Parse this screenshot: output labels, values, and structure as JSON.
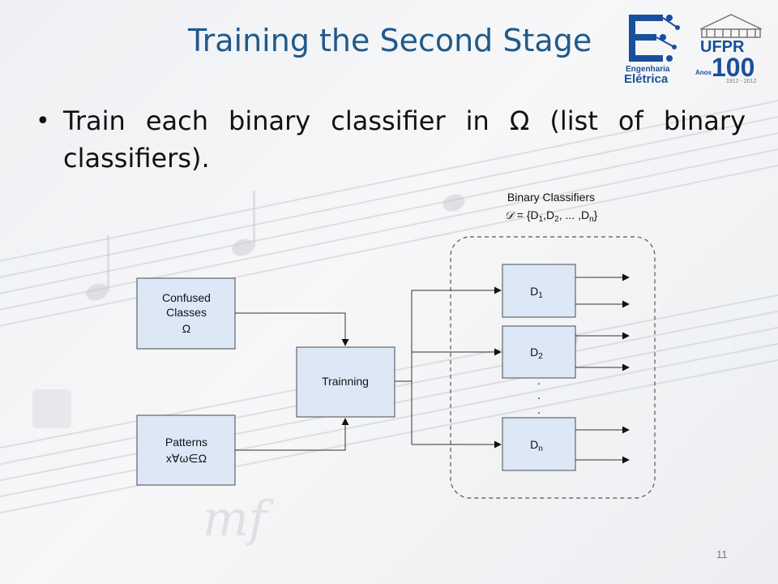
{
  "slide": {
    "title": "Training the Second Stage",
    "bullet_text": "Train each binary classifier in Ω (list of binary classifiers).",
    "page_number": "11"
  },
  "logos": {
    "eng_line1": "Engenharia",
    "eng_line2": "Elétrica",
    "ufpr_name": "UFPR",
    "ufpr_100": "100",
    "ufpr_anos": "Anos",
    "ufpr_years": "1912 - 2012"
  },
  "diagram": {
    "classifiers_title": "Binary Classifiers",
    "classifiers_set_symbol": "𝒟",
    "classifiers_set": " = {D",
    "classifiers_set_sub1": "1",
    "classifiers_set_mid": ",D",
    "classifiers_set_sub2": "2",
    "classifiers_set_dots": ", ... ,D",
    "classifiers_set_subn": "n",
    "classifiers_set_end": "}",
    "confused_line1": "Confused",
    "confused_line2": "Classes",
    "confused_line3": "Ω",
    "patterns_line1": "Patterns",
    "patterns_line2": "x∀ω∈Ω",
    "training_label": "Trainning",
    "d1": "D",
    "d1_sub": "1",
    "d2": "D",
    "d2_sub": "2",
    "dn": "D",
    "dn_sub": "n",
    "ellipsis_dot": "."
  },
  "colors": {
    "title": "#1f5a8c",
    "box_fill": "#dde8f6",
    "box_stroke": "#4a4a4a",
    "logo_blue": "#1a4f9c",
    "logo_gray": "#777777"
  }
}
